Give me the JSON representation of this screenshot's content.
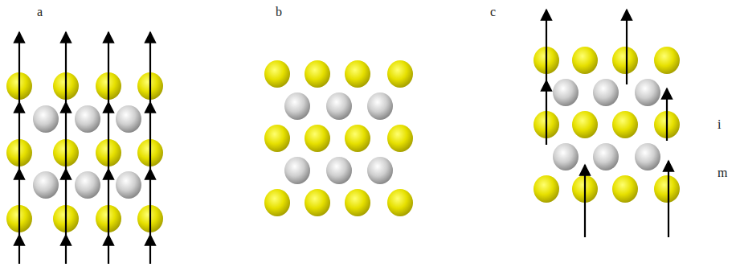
{
  "diagram": {
    "labels": [
      "a",
      "b",
      "c",
      "i",
      "m"
    ]
  }
}
